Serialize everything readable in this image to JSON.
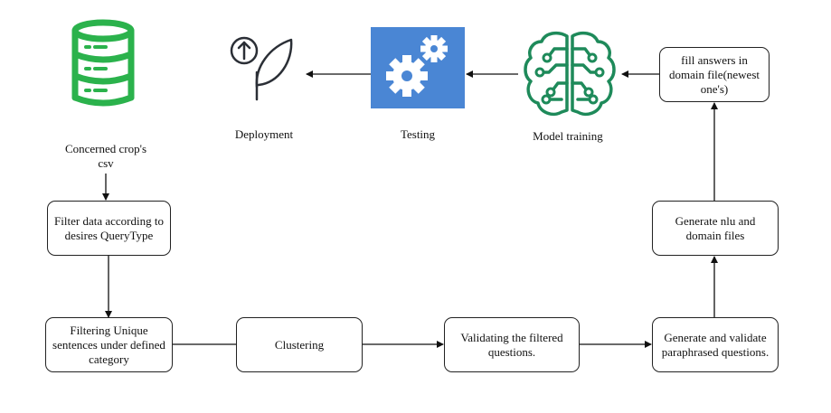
{
  "nodes": {
    "csv_label": "Concerned crop's csv",
    "filter": "Filter data according to desires QueryType",
    "unique": "Filtering Unique sentences under defined category",
    "clustering": "Clustering",
    "validating": "Validating the filtered questions.",
    "paraphrase": "Generate and validate paraphrased questions.",
    "generate_nlu": "Generate nlu and domain files",
    "fill_answers": "fill answers in domain file(newest one's)",
    "model_training": "Model training",
    "testing": "Testing",
    "deployment": "Deployment"
  },
  "colors": {
    "database_green": "#2bb24c",
    "testing_blue": "#4a86d4",
    "brain_green": "#1e8a5a",
    "deploy_dark": "#2b2f36"
  },
  "icons": {
    "csv": "database-icon",
    "model_training": "brain-circuit-icon",
    "testing": "gears-icon",
    "deployment": "growth-leaf-icon"
  }
}
